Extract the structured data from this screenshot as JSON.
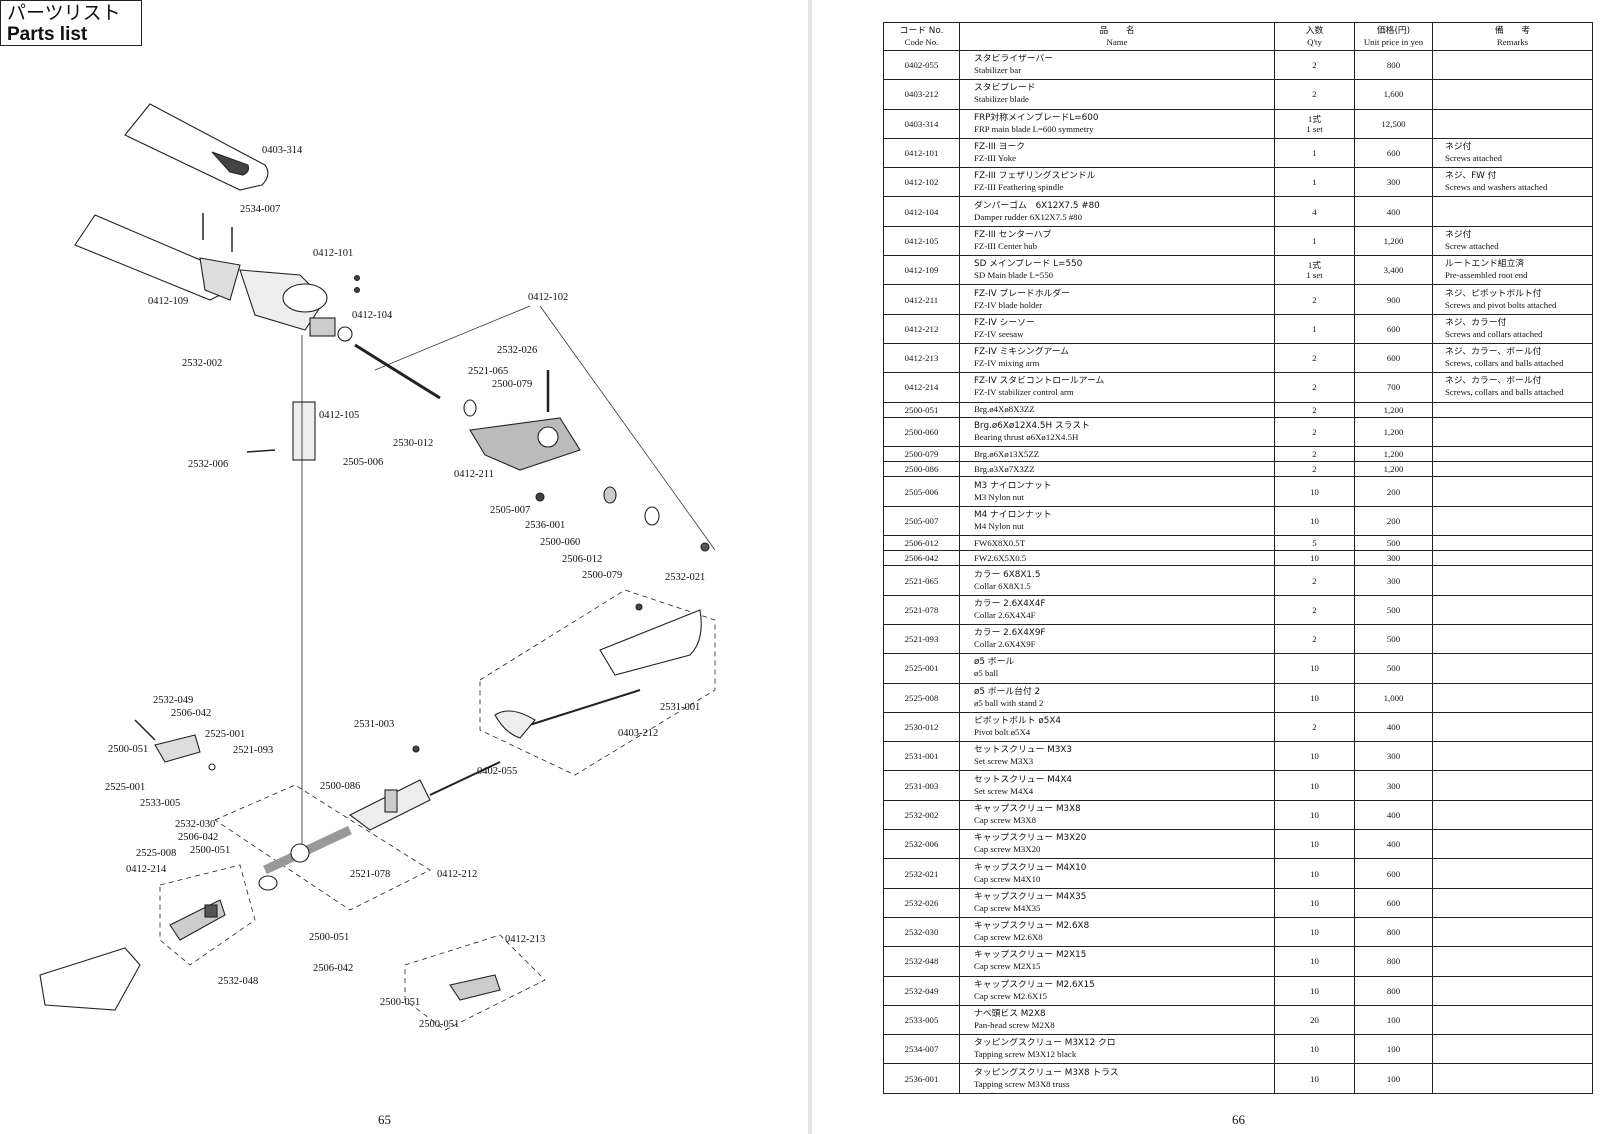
{
  "left_page": {
    "title_jp": "パーツリスト",
    "title_en": "Parts list",
    "page_number": "65"
  },
  "right_page": {
    "page_number": "66"
  },
  "diagram_labels": [
    "0403-314",
    "2534-007",
    "0412-101",
    "0412-109",
    "0412-104",
    "0412-102",
    "2532-002",
    "2532-026",
    "2521-065",
    "2500-079",
    "0412-105",
    "2530-012",
    "2532-006",
    "2505-006",
    "0412-211",
    "2505-007",
    "2536-001",
    "2500-060",
    "2506-012",
    "2500-079",
    "2532-021",
    "2531-001",
    "0403-212",
    "2532-049",
    "2506-042",
    "2525-001",
    "2500-051",
    "2521-093",
    "2525-001",
    "2533-005",
    "2531-003",
    "0402-055",
    "2500-086",
    "2532-030",
    "2506-042",
    "2500-051",
    "2525-008",
    "0412-214",
    "2521-078",
    "0412-212",
    "2500-051",
    "2506-042",
    "2532-048",
    "0412-213",
    "2500-051",
    "2500-051"
  ],
  "table": {
    "headers": {
      "code_jp": "コード No.",
      "code_en": "Code No.",
      "name_jp": "品　　名",
      "name_en": "Name",
      "qty_jp": "入数",
      "qty_en": "Q'ty",
      "price_jp": "価格(円)",
      "price_en": "Unit price in yen",
      "remarks_jp": "備　　考",
      "remarks_en": "Remarks"
    },
    "rows": [
      {
        "code": "0402-055",
        "name_jp": "スタビライザーバー",
        "name_en": "Stabilizer bar",
        "qty": "2",
        "price": "800",
        "rem_jp": "",
        "rem_en": ""
      },
      {
        "code": "0403-212",
        "name_jp": "スタビブレード",
        "name_en": "Stabilizer blade",
        "qty": "2",
        "price": "1,600",
        "rem_jp": "",
        "rem_en": ""
      },
      {
        "code": "0403-314",
        "name_jp": "FRP対称メインブレードL=600",
        "name_en": "FRP main blade L=600 symmetry",
        "qty": "1式\n1 set",
        "price": "12,500",
        "rem_jp": "",
        "rem_en": ""
      },
      {
        "code": "0412-101",
        "name_jp": "FZ-III ヨーク",
        "name_en": "FZ-III Yoke",
        "qty": "1",
        "price": "600",
        "rem_jp": "ネジ付",
        "rem_en": "Screws attached"
      },
      {
        "code": "0412-102",
        "name_jp": "FZ-III フェザリングスピンドル",
        "name_en": "FZ-III Feathering spindle",
        "qty": "1",
        "price": "300",
        "rem_jp": "ネジ、FW 付",
        "rem_en": "Screws and washers attached"
      },
      {
        "code": "0412-104",
        "name_jp": "ダンパーゴム　6X12X7.5 #80",
        "name_en": "Damper rudder 6X12X7.5 #80",
        "qty": "4",
        "price": "400",
        "rem_jp": "",
        "rem_en": ""
      },
      {
        "code": "0412-105",
        "name_jp": "FZ-III センターハブ",
        "name_en": "FZ-III Center hub",
        "qty": "1",
        "price": "1,200",
        "rem_jp": "ネジ付",
        "rem_en": "Screw attached"
      },
      {
        "code": "0412-109",
        "name_jp": "SD メインブレード L=550",
        "name_en": "SD Main blade L=550",
        "qty": "1式\n1 set",
        "price": "3,400",
        "rem_jp": "ルートエンド組立済",
        "rem_en": "Pre-assembled root end"
      },
      {
        "code": "0412-211",
        "name_jp": "FZ-IV ブレードホルダー",
        "name_en": "FZ-IV blade holder",
        "qty": "2",
        "price": "900",
        "rem_jp": "ネジ、ピボットボルト付",
        "rem_en": "Screws and pivot bolts attached"
      },
      {
        "code": "0412-212",
        "name_jp": "FZ-IV シーソー",
        "name_en": "FZ-IV seesaw",
        "qty": "1",
        "price": "600",
        "rem_jp": "ネジ、カラー付",
        "rem_en": "Screws and collars  attached"
      },
      {
        "code": "0412-213",
        "name_jp": "FZ-IV ミキシングアーム",
        "name_en": "FZ-IV mixing arm",
        "qty": "2",
        "price": "600",
        "rem_jp": "ネジ、カラー、ボール付",
        "rem_en": "Screws, collars and balls attached"
      },
      {
        "code": "0412-214",
        "name_jp": "FZ-IV スタビコントロールアーム",
        "name_en": "FZ-IV stabilizer control arm",
        "qty": "2",
        "price": "700",
        "rem_jp": "ネジ、カラー、ボール付",
        "rem_en": "Screws, collars and balls attached"
      },
      {
        "code": "2500-051",
        "name_jp": "",
        "name_en": "Brg.ø4Xø8X3ZZ",
        "qty": "2",
        "price": "1,200",
        "rem_jp": "",
        "rem_en": ""
      },
      {
        "code": "2500-060",
        "name_jp": "Brg.ø6Xø12X4.5H スラスト",
        "name_en": "Bearing thrust ø6Xø12X4.5H",
        "qty": "2",
        "price": "1,200",
        "rem_jp": "",
        "rem_en": ""
      },
      {
        "code": "2500-079",
        "name_jp": "",
        "name_en": "Brg.ø6Xø13X5ZZ",
        "qty": "2",
        "price": "1,200",
        "rem_jp": "",
        "rem_en": ""
      },
      {
        "code": "2500-086",
        "name_jp": "",
        "name_en": "Brg.ø3Xø7X3ZZ",
        "qty": "2",
        "price": "1,200",
        "rem_jp": "",
        "rem_en": ""
      },
      {
        "code": "2505-006",
        "name_jp": "M3 ナイロンナット",
        "name_en": "M3 Nylon nut",
        "qty": "10",
        "price": "200",
        "rem_jp": "",
        "rem_en": ""
      },
      {
        "code": "2505-007",
        "name_jp": "M4 ナイロンナット",
        "name_en": "M4 Nylon nut",
        "qty": "10",
        "price": "200",
        "rem_jp": "",
        "rem_en": ""
      },
      {
        "code": "2506-012",
        "name_jp": "",
        "name_en": "FW6X8X0.5T",
        "qty": "5",
        "price": "500",
        "rem_jp": "",
        "rem_en": ""
      },
      {
        "code": "2506-042",
        "name_jp": "",
        "name_en": "FW2.6X5X0.5",
        "qty": "10",
        "price": "300",
        "rem_jp": "",
        "rem_en": ""
      },
      {
        "code": "2521-065",
        "name_jp": "カラー 6X8X1.5",
        "name_en": "Collar 6X8X1.5",
        "qty": "2",
        "price": "300",
        "rem_jp": "",
        "rem_en": ""
      },
      {
        "code": "2521-078",
        "name_jp": "カラー 2.6X4X4F",
        "name_en": "Collar 2.6X4X4F",
        "qty": "2",
        "price": "500",
        "rem_jp": "",
        "rem_en": ""
      },
      {
        "code": "2521-093",
        "name_jp": "カラー 2.6X4X9F",
        "name_en": "Collar 2.6X4X9F",
        "qty": "2",
        "price": "500",
        "rem_jp": "",
        "rem_en": ""
      },
      {
        "code": "2525-001",
        "name_jp": "ø5 ボール",
        "name_en": "ø5 ball",
        "qty": "10",
        "price": "500",
        "rem_jp": "",
        "rem_en": ""
      },
      {
        "code": "2525-008",
        "name_jp": "ø5 ボール台付 2",
        "name_en": "ø5 ball with stand 2",
        "qty": "10",
        "price": "1,000",
        "rem_jp": "",
        "rem_en": ""
      },
      {
        "code": "2530-012",
        "name_jp": "ピボットボルト ø5X4",
        "name_en": "Pivot bolt ø5X4",
        "qty": "2",
        "price": "400",
        "rem_jp": "",
        "rem_en": ""
      },
      {
        "code": "2531-001",
        "name_jp": "セットスクリュー M3X3",
        "name_en": "Set screw M3X3",
        "qty": "10",
        "price": "300",
        "rem_jp": "",
        "rem_en": ""
      },
      {
        "code": "2531-003",
        "name_jp": "セットスクリュー M4X4",
        "name_en": "Set screw M4X4",
        "qty": "10",
        "price": "300",
        "rem_jp": "",
        "rem_en": ""
      },
      {
        "code": "2532-002",
        "name_jp": "キャップスクリュー M3X8",
        "name_en": "Cap screw M3X8",
        "qty": "10",
        "price": "400",
        "rem_jp": "",
        "rem_en": ""
      },
      {
        "code": "2532-006",
        "name_jp": "キャップスクリュー M3X20",
        "name_en": "Cap screw M3X20",
        "qty": "10",
        "price": "400",
        "rem_jp": "",
        "rem_en": ""
      },
      {
        "code": "2532-021",
        "name_jp": "キャップスクリュー M4X10",
        "name_en": "Cap screw M4X10",
        "qty": "10",
        "price": "600",
        "rem_jp": "",
        "rem_en": ""
      },
      {
        "code": "2532-026",
        "name_jp": "キャップスクリュー M4X35",
        "name_en": "Cap screw M4X35",
        "qty": "10",
        "price": "600",
        "rem_jp": "",
        "rem_en": ""
      },
      {
        "code": "2532-030",
        "name_jp": "キャップスクリュー M2.6X8",
        "name_en": "Cap screw M2.6X8",
        "qty": "10",
        "price": "800",
        "rem_jp": "",
        "rem_en": ""
      },
      {
        "code": "2532-048",
        "name_jp": "キャップスクリュー M2X15",
        "name_en": "Cap screw M2X15",
        "qty": "10",
        "price": "800",
        "rem_jp": "",
        "rem_en": ""
      },
      {
        "code": "2532-049",
        "name_jp": "キャップスクリュー M2.6X15",
        "name_en": "Cap screw M2.6X15",
        "qty": "10",
        "price": "800",
        "rem_jp": "",
        "rem_en": ""
      },
      {
        "code": "2533-005",
        "name_jp": "ナベ頭ビス M2X8",
        "name_en": "Pan-head screw M2X8",
        "qty": "20",
        "price": "100",
        "rem_jp": "",
        "rem_en": ""
      },
      {
        "code": "2534-007",
        "name_jp": "タッピングスクリュー M3X12 クロ",
        "name_en": "Tapping screw M3X12 black",
        "qty": "10",
        "price": "100",
        "rem_jp": "",
        "rem_en": ""
      },
      {
        "code": "2536-001",
        "name_jp": "タッピングスクリュー M3X8 トラス",
        "name_en": "Tapping screw M3X8 truss",
        "qty": "10",
        "price": "100",
        "rem_jp": "",
        "rem_en": ""
      }
    ]
  }
}
